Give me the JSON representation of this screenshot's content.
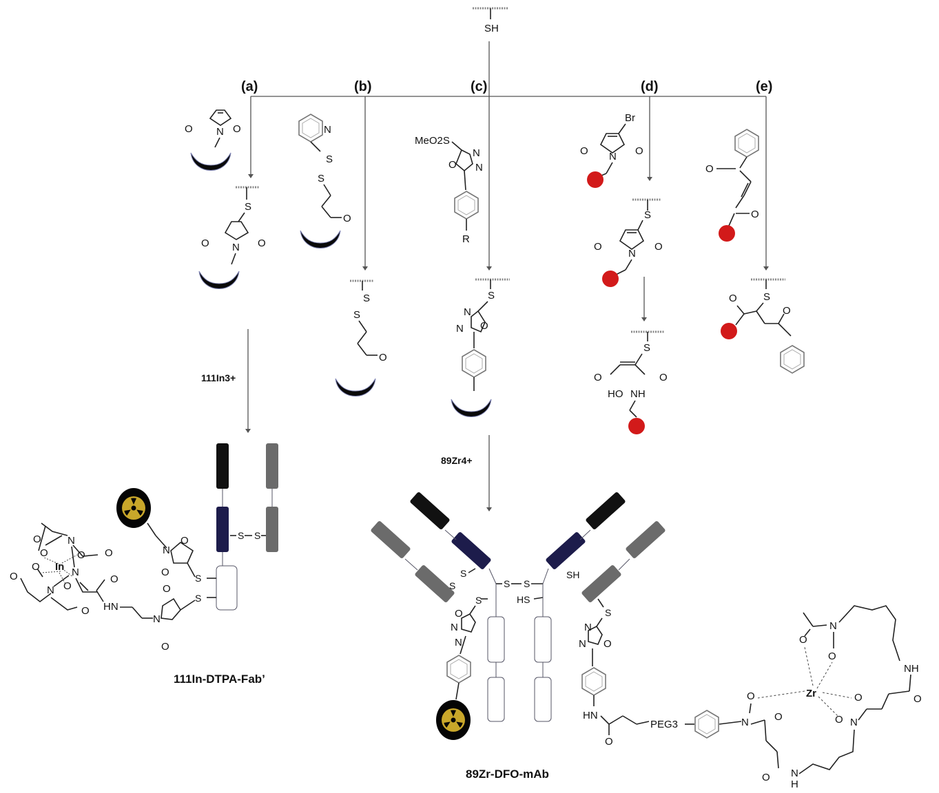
{
  "top_group": {
    "label": "SH"
  },
  "pathways": [
    {
      "key": "a",
      "label": "(a)"
    },
    {
      "key": "b",
      "label": "(b)"
    },
    {
      "key": "c",
      "label": "(c)"
    },
    {
      "key": "d",
      "label": "(d)"
    },
    {
      "key": "e",
      "label": "(e)"
    }
  ],
  "reagents": {
    "c_sulfonyl": "MeO2S",
    "c_substituent": "R",
    "d_halogen": "Br"
  },
  "atoms": {
    "N": "N",
    "O": "O",
    "S": "S",
    "HO": "HO",
    "NH": "NH",
    "HN": "HN",
    "H": "H",
    "SH": "SH",
    "HS": "HS",
    "In": "In",
    "Zr": "Zr",
    "PEG3": "PEG3"
  },
  "radiometals": {
    "indium": "111In3+",
    "zirconium": "89Zr4+"
  },
  "products": {
    "fab": "111In-DTPA-Fab’",
    "mab": "89Zr-DFO-mAb"
  },
  "colors": {
    "heavy_chain_black": "#111111",
    "heavy_chain_navy": "#1d1c4b",
    "light_chain_grey": "#6b6b6b",
    "payload_red": "#d21a1a",
    "radioactive_yellow": "#c9a72a"
  }
}
